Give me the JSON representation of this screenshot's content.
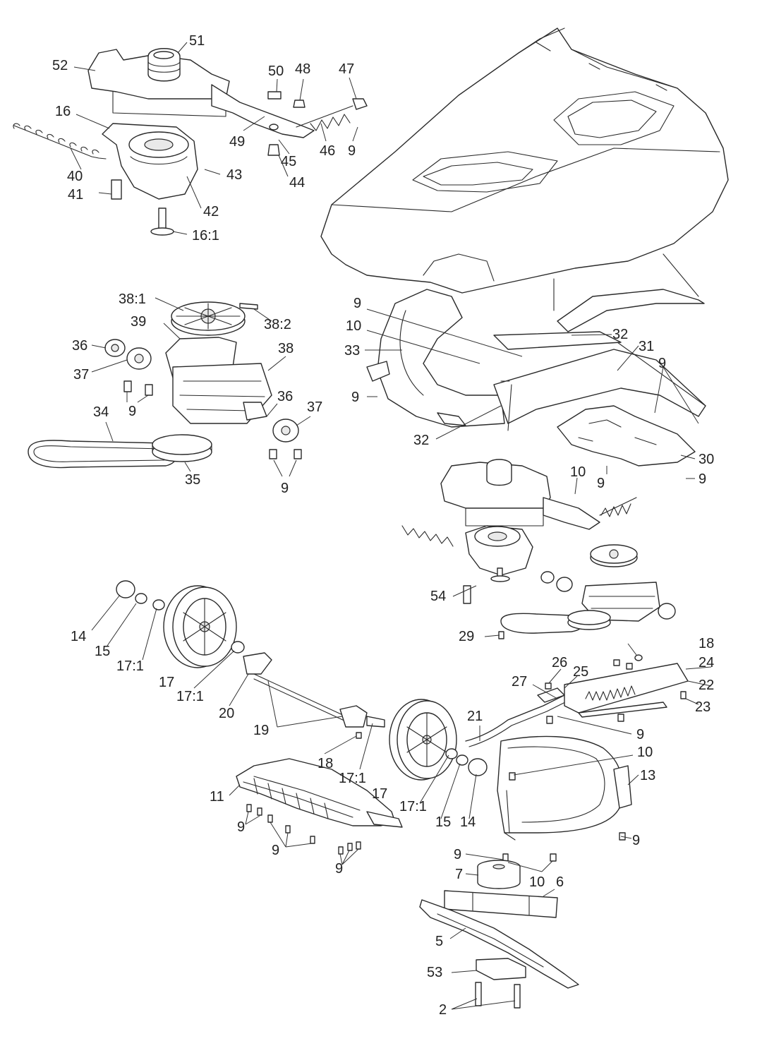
{
  "colors": {
    "line": "#2a2a2a",
    "text": "#222222",
    "background": "#ffffff"
  },
  "callouts": {
    "c51": "51",
    "c52": "52",
    "c50": "50",
    "c48": "48",
    "c47": "47",
    "c16": "16",
    "c49": "49",
    "c46": "46",
    "c9_a": "9",
    "c45": "45",
    "c40": "40",
    "c43": "43",
    "c44": "44",
    "c41": "41",
    "c42": "42",
    "c16_1": "16:1",
    "c38_1": "38:1",
    "c39": "39",
    "c38_2": "38:2",
    "c36_a": "36",
    "c38": "38",
    "c37_a": "37",
    "c9_b": "9",
    "c36_b": "36",
    "c37_b": "37",
    "c34": "34",
    "c35": "35",
    "c9_c": "9",
    "c9_d": "9",
    "c10_a": "10",
    "c33": "33",
    "c32_a": "32",
    "c31": "31",
    "c9_e": "9",
    "c9_f": "9",
    "c32_b": "32",
    "c30": "30",
    "c10_b": "10",
    "c9_g": "9",
    "c9_h": "9",
    "c54": "54",
    "c29": "29",
    "c14_a": "14",
    "c15_a": "15",
    "c17_1a": "17:1",
    "c17_a": "17",
    "c17_1b": "17:1",
    "c20": "20",
    "c19": "19",
    "c18_a": "18",
    "c26": "26",
    "c25": "25",
    "c27": "27",
    "c24": "24",
    "c22": "22",
    "c23": "23",
    "c21": "21",
    "c9_i": "9",
    "c10_c": "10",
    "c18_b": "18",
    "c17_1c": "17:1",
    "c17_b": "17",
    "c13": "13",
    "c11": "11",
    "c17_1d": "17:1",
    "c15_b": "15",
    "c14_b": "14",
    "c9_j": "9",
    "c9_k": "9",
    "c9_l": "9",
    "c9_m": "9",
    "c9_n": "9",
    "c7": "7",
    "c10_d": "10",
    "c6": "6",
    "c5": "5",
    "c53": "53",
    "c2": "2"
  }
}
